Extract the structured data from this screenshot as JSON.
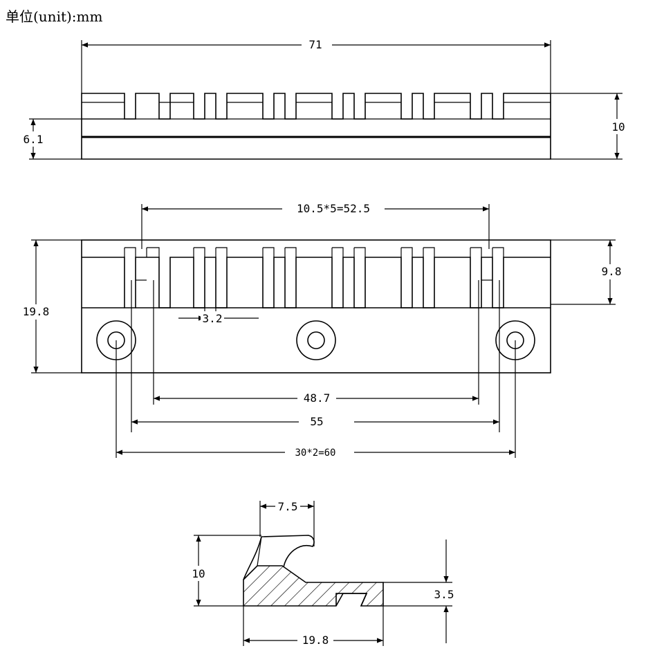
{
  "unit_label": "单位(unit):mm",
  "front_view": {
    "overall_length": "71",
    "overall_height": "10",
    "base_height": "6.1"
  },
  "top_view": {
    "slot_pitch_total": "10.5*5=52.5",
    "depth": "19.8",
    "slot_depth": "9.8",
    "slot_width": "3.2",
    "inner_span": "48.7",
    "outer_span": "55",
    "hole_spacing": "30*2=60"
  },
  "side_view": {
    "hook_width": "7.5",
    "height": "10",
    "base_thickness": "3.5",
    "length": "19.8"
  }
}
